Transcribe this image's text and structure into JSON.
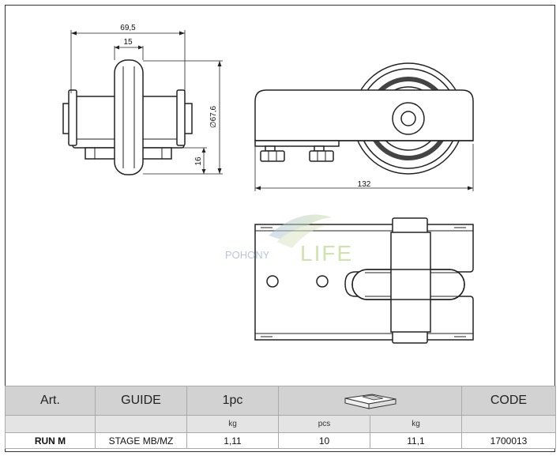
{
  "dimensions": {
    "width_total": "69,5",
    "width_wheel": "15",
    "diameter": "∅67,6",
    "height_base": "16",
    "length": "132"
  },
  "watermark": {
    "left": "POHONY",
    "right": "LIFE"
  },
  "table": {
    "headers": {
      "art": "Art.",
      "guide": "GUIDE",
      "one_pc": "1pc",
      "code": "CODE"
    },
    "units": {
      "kg_1": "kg",
      "pcs": "pcs",
      "kg_2": "kg"
    },
    "row": {
      "art": "RUN M",
      "guide": "STAGE MB/MZ",
      "weight": "1,11",
      "pcs": "10",
      "pack_weight": "11,1",
      "code": "1700013"
    }
  },
  "icons": [
    "package-box-icon"
  ]
}
